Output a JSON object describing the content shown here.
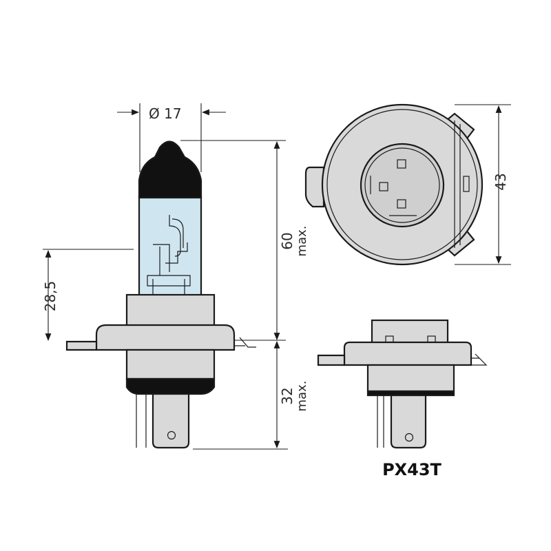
{
  "dimensions": {
    "diameter": "Ø 17",
    "height_max_value": "60",
    "height_max_suffix": "max.",
    "base_max_value": "32",
    "base_max_suffix": "max.",
    "reference_height": "28,5",
    "flange_width": "43"
  },
  "base_type": "PX43T",
  "colors": {
    "glass": "#cfe6f0",
    "metal": "#d9d9d9",
    "cap": "#111111",
    "outline": "#1a1a1a"
  }
}
